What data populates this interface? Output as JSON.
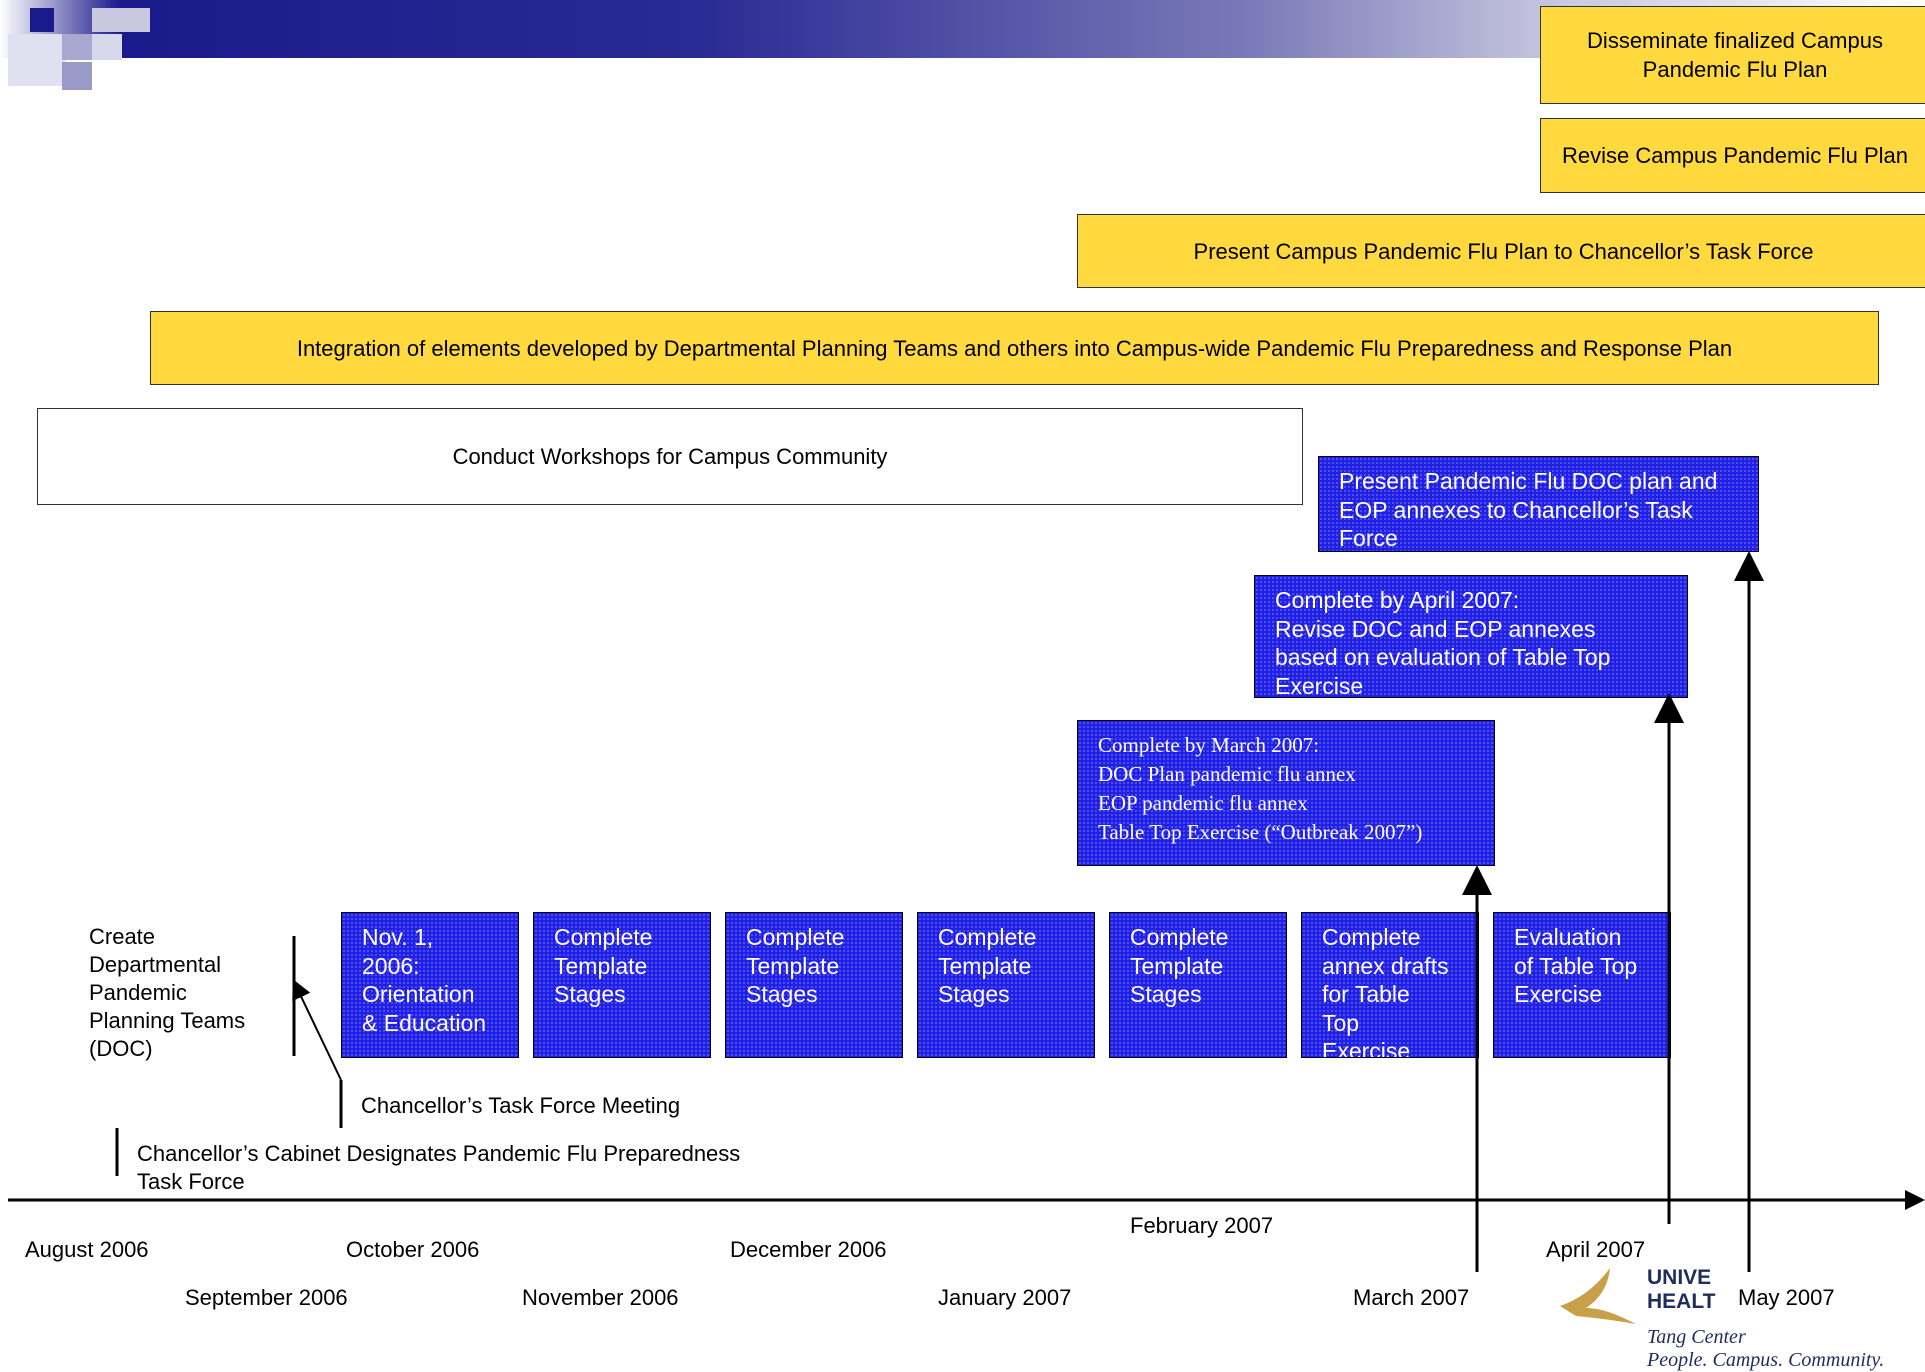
{
  "yellow_tasks": [
    "Disseminate finalized Campus Pandemic Flu Plan",
    "Revise Campus Pandemic Flu Plan",
    "Present Campus Pandemic Flu Plan to Chancellor’s Task Force",
    "Integration of elements developed by Departmental Planning Teams and others into Campus-wide Pandemic Flu Preparedness and Response Plan"
  ],
  "workshop_task": "Conduct Workshops for Campus Community",
  "doc_tasks": {
    "present": [
      "Present Pandemic Flu DOC plan and",
      "EOP annexes to Chancellor’s Task",
      "Force"
    ],
    "april": [
      "Complete by April 2007:",
      "Revise DOC and EOP annexes",
      "based on evaluation of Table Top",
      "Exercise"
    ],
    "march": [
      "Complete by March 2007:",
      "DOC Plan pandemic flu annex",
      "EOP pandemic flu annex",
      "Table Top Exercise (“Outbreak 2007”)"
    ]
  },
  "monthly_boxes": [
    [
      "Nov. 1,",
      "2006:",
      "Orientation",
      "& Education"
    ],
    [
      "Complete",
      "Template",
      "Stages"
    ],
    [
      "Complete",
      "Template",
      "Stages"
    ],
    [
      "Complete",
      "Template",
      "Stages"
    ],
    [
      "Complete",
      "Template",
      "Stages"
    ],
    [
      "Complete",
      "annex drafts",
      "for Table",
      "Top",
      "Exercise"
    ],
    [
      "Evaluation",
      "of Table Top",
      "Exercise"
    ]
  ],
  "create_teams_label": [
    "Create",
    "Departmental",
    "Pandemic",
    "Planning Teams",
    "(DOC)"
  ],
  "task_force_meeting": "Chancellor’s Task Force Meeting",
  "cabinet_label": [
    "Chancellor’s Cabinet Designates Pandemic Flu Preparedness",
    "Task Force"
  ],
  "months": [
    "August 2006",
    "September 2006",
    "October 2006",
    "November 2006",
    "December 2006",
    "January 2007",
    "February 2007",
    "March 2007",
    "April 2007",
    "May 2007"
  ],
  "logo": {
    "line1": "UNIVE",
    "line2": "HEALT",
    "line3": "Tang Center",
    "tagline": "People. Campus. Community."
  },
  "colors": {
    "yellow": "#ffd93d",
    "blue": "#1f1fe6",
    "navy": "#1a1a8c",
    "logo_gold": "#c8a04a"
  }
}
